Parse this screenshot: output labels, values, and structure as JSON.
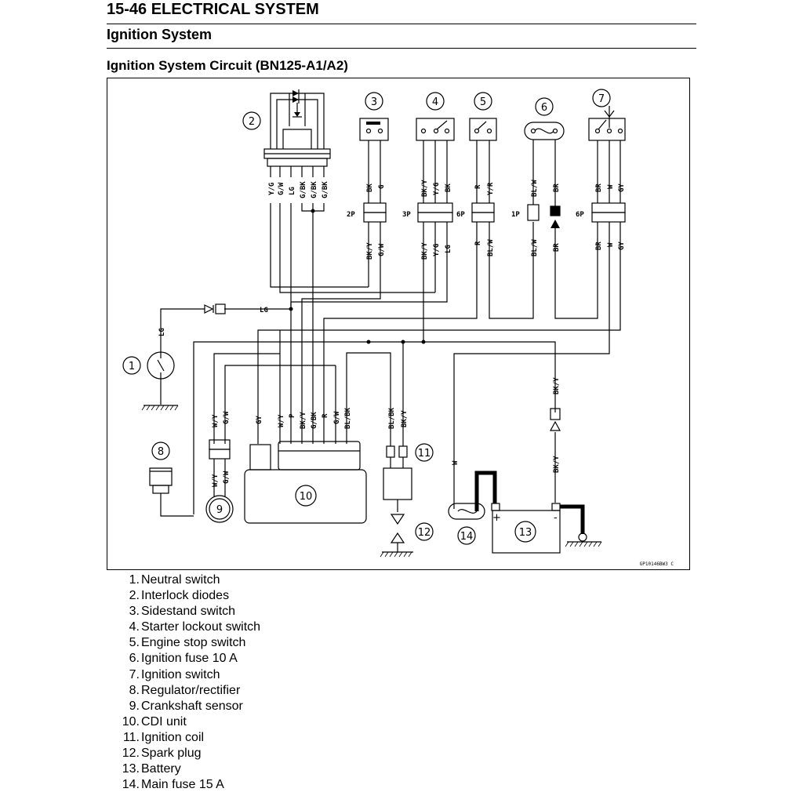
{
  "header": {
    "page_title": "15-46 ELECTRICAL SYSTEM",
    "section_title": "Ignition System",
    "figure_title": "Ignition System Circuit (BN125-A1/A2)"
  },
  "diagram": {
    "figure_code": "GP10146BW3 C",
    "callouts": [
      "1",
      "2",
      "3",
      "4",
      "5",
      "6",
      "7",
      "8",
      "9",
      "10",
      "11",
      "12",
      "13",
      "14"
    ],
    "connector_labels": [
      "2P",
      "3P",
      "6P",
      "1P",
      "6P"
    ],
    "wire_labels": {
      "diode_pack": [
        "Y/G",
        "G/W",
        "LG",
        "G/BK",
        "G/BK",
        "G/BK"
      ],
      "sidestand_top": [
        "BK",
        "G"
      ],
      "sidestand_bottom": [
        "BK/Y",
        "G/W"
      ],
      "lockout_top": [
        "BK/Y",
        "Y/G",
        "BK"
      ],
      "lockout_bottom": [
        "BK/Y",
        "Y/G",
        "LG"
      ],
      "stop_top": [
        "R",
        "Y/R"
      ],
      "stop_bottom": [
        "R",
        "BL/W"
      ],
      "fuse_top": [
        "BL/W",
        "BR"
      ],
      "fuse_bottom": [
        "BL/W",
        "BR"
      ],
      "ign_top": [
        "BR",
        "W",
        "GY"
      ],
      "ign_bottom": [
        "BR",
        "W",
        "GY"
      ],
      "neutral": "LG",
      "lg_line": "LG",
      "cdi": [
        "GY",
        "W/Y",
        "P",
        "BK/Y",
        "G/BK",
        "R",
        "G/W",
        "BL/BK"
      ],
      "crank_top": [
        "W/Y",
        "G/W"
      ],
      "crank_bottom": [
        "W/Y",
        "G/W"
      ],
      "coil": [
        "BL/BK",
        "BK/Y"
      ],
      "battery_feed": "W",
      "fuse_main_top": "BK/Y",
      "fuse_main_bottom": "BK/Y"
    }
  },
  "legend": [
    {
      "num": "1.",
      "label": "Neutral switch"
    },
    {
      "num": "2.",
      "label": "Interlock diodes"
    },
    {
      "num": "3.",
      "label": "Sidestand switch"
    },
    {
      "num": "4.",
      "label": "Starter lockout switch"
    },
    {
      "num": "5.",
      "label": "Engine stop switch"
    },
    {
      "num": "6.",
      "label": "Ignition fuse 10 A"
    },
    {
      "num": "7.",
      "label": "Ignition switch"
    },
    {
      "num": "8.",
      "label": "Regulator/rectifier"
    },
    {
      "num": "9.",
      "label": "Crankshaft sensor"
    },
    {
      "num": "10.",
      "label": "CDI unit"
    },
    {
      "num": "11.",
      "label": "Ignition coil"
    },
    {
      "num": "12.",
      "label": "Spark plug"
    },
    {
      "num": "13.",
      "label": "Battery"
    },
    {
      "num": "14.",
      "label": "Main fuse 15 A"
    }
  ]
}
